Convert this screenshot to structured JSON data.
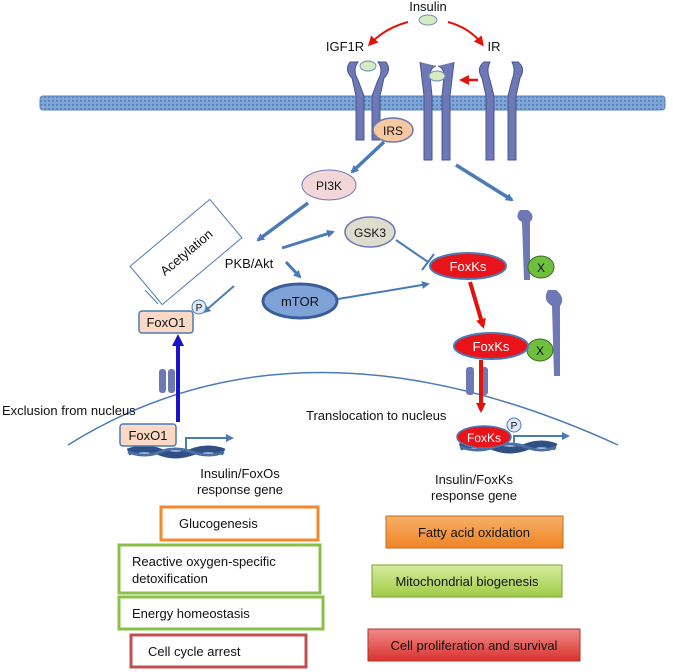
{
  "labels": {
    "insulin": "Insulin",
    "igf1r": "IGF1R",
    "ir": "IR",
    "irs": "IRS",
    "pi3k": "PI3K",
    "gsk3": "GSK3",
    "pkb_akt": "PKB/Akt",
    "mtor": "mTOR",
    "acetylation": "Acetylation",
    "foxo1_cyto": "FoxO1",
    "foxo1_nuc": "FoxO1",
    "phospho": "P",
    "foxks_top": "FoxKs",
    "foxks_mid": "FoxKs",
    "foxks_nuc": "FoxKs",
    "x": "X",
    "exclusion": "Exclusion from nucleus",
    "translocation": "Translocation to nucleus",
    "foxos_gene_1": "Insulin/FoxOs",
    "foxos_gene_2": "response gene",
    "foxks_gene_1": "Insulin/FoxKs",
    "foxks_gene_2": "response gene"
  },
  "foxo_outcomes": [
    "Glucogenesis",
    "Reactive oxygen-specific",
    "detoxification",
    "Energy homeostasis",
    "Cell cycle arrest"
  ],
  "foxk_outcomes": [
    "Fatty acid oxidation",
    "Mitochondrial biogenesis",
    "Cell proliferation and survival"
  ],
  "colors": {
    "membrane": "#6f97c9",
    "receptor": "#6e78b4",
    "arrow_blue": "#4a7bb7",
    "arrow_red": "#e0140c",
    "arrow_dark_blue": "#1a14c8",
    "foxks_fill": "#e8141a",
    "x_fill": "#6fbf3f",
    "irs_fill": "#f5c8a0",
    "pi3k_fill": "#f3d7d8",
    "gsk3_fill": "#dcdccf",
    "mtor_fill": "#7fa3d6",
    "foxo1_fill": "#fbd9c4",
    "orange": "#f08a2c",
    "green": "#8ac048",
    "red_box": "#c0504d"
  }
}
